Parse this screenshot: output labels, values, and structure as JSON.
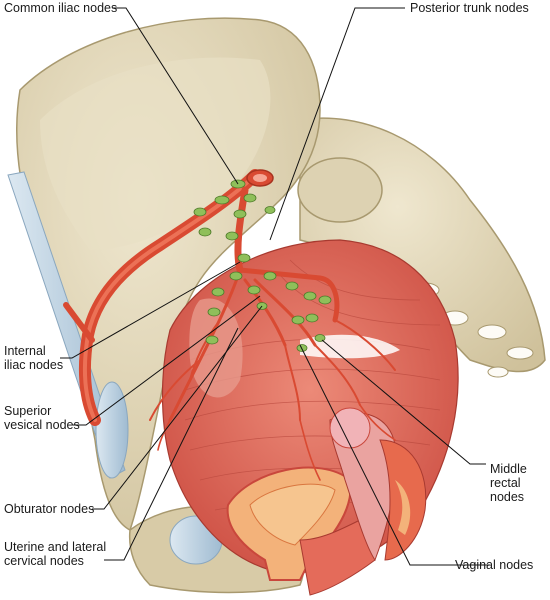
{
  "labels": {
    "common_iliac": "Common iliac nodes",
    "posterior_trunk": "Posterior trunk nodes",
    "internal_iliac": "Internal\niliac nodes",
    "superior_vesical": "Superior\nvesical nodes",
    "obturator": "Obturator nodes",
    "uterine_lateral_cervical": "Uterine and lateral\ncervical nodes",
    "middle_rectal": "Middle\nrectal nodes",
    "vaginal": "Vaginal nodes"
  },
  "colors": {
    "bone": "#e6dcc0",
    "bone_shadow": "#cbbd97",
    "artery": "#d94a32",
    "muscle": "#dc6456",
    "node": "#8fbf5a",
    "ligament": "#bcd3e4",
    "uterus": "#f0a15b",
    "leader": "#111111"
  }
}
